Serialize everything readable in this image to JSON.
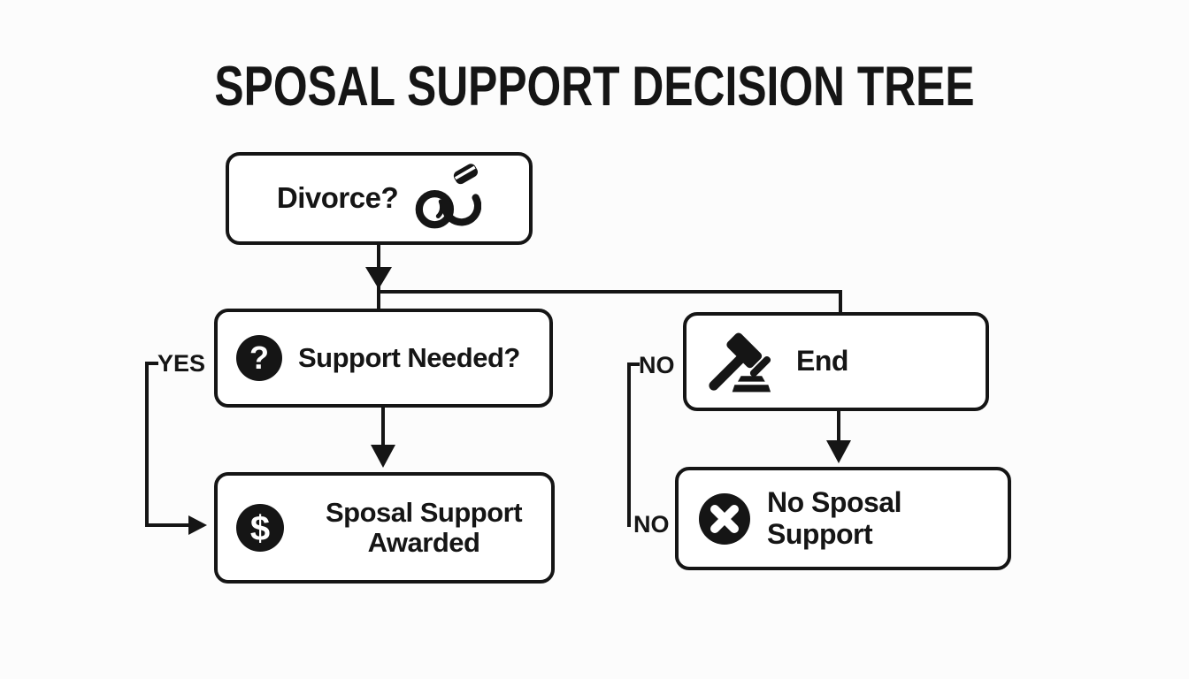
{
  "title": "SPOSAL SUPPORT DECISION TREE",
  "nodes": {
    "divorce": {
      "label": "Divorce?",
      "icon": "wedding-rings-icon"
    },
    "support_needed": {
      "label": "Support Needed?",
      "icon": "question-mark-icon"
    },
    "end": {
      "label": "End",
      "icon": "gavel-icon"
    },
    "support_awarded": {
      "label_line1": "Sposal Support",
      "label_line2": "Awarded",
      "icon": "dollar-sign-icon"
    },
    "no_support": {
      "label": "No Sposal Support",
      "icon": "cross-icon"
    }
  },
  "edges": {
    "yes": "YES",
    "no_top": "NO",
    "no_bottom": "NO"
  },
  "icons": {
    "question_glyph": "?",
    "dollar_glyph": "$"
  },
  "colors": {
    "ink": "#151515",
    "background": "#fcfcfc",
    "box_fill": "#ffffff"
  }
}
